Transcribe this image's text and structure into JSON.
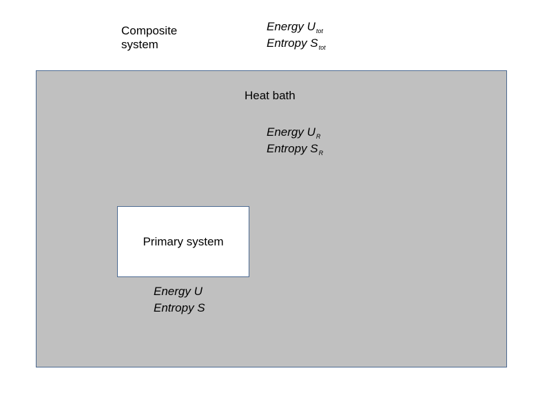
{
  "composite": {
    "label_line1": "Composite",
    "label_line2": "system",
    "energy_label": "Energy U",
    "energy_sub": "tot",
    "entropy_label": "Entropy S",
    "entropy_sub": "tot"
  },
  "heat_bath": {
    "label": "Heat bath",
    "energy_label": "Energy U",
    "energy_sub": "R",
    "entropy_label": "Entropy S",
    "entropy_sub": "R"
  },
  "primary": {
    "label": "Primary system",
    "energy_label": "Energy U",
    "entropy_label": "Entropy S"
  },
  "colors": {
    "bath_fill": "#c0c0c0",
    "box_border": "#4a6890",
    "primary_fill": "#ffffff"
  }
}
